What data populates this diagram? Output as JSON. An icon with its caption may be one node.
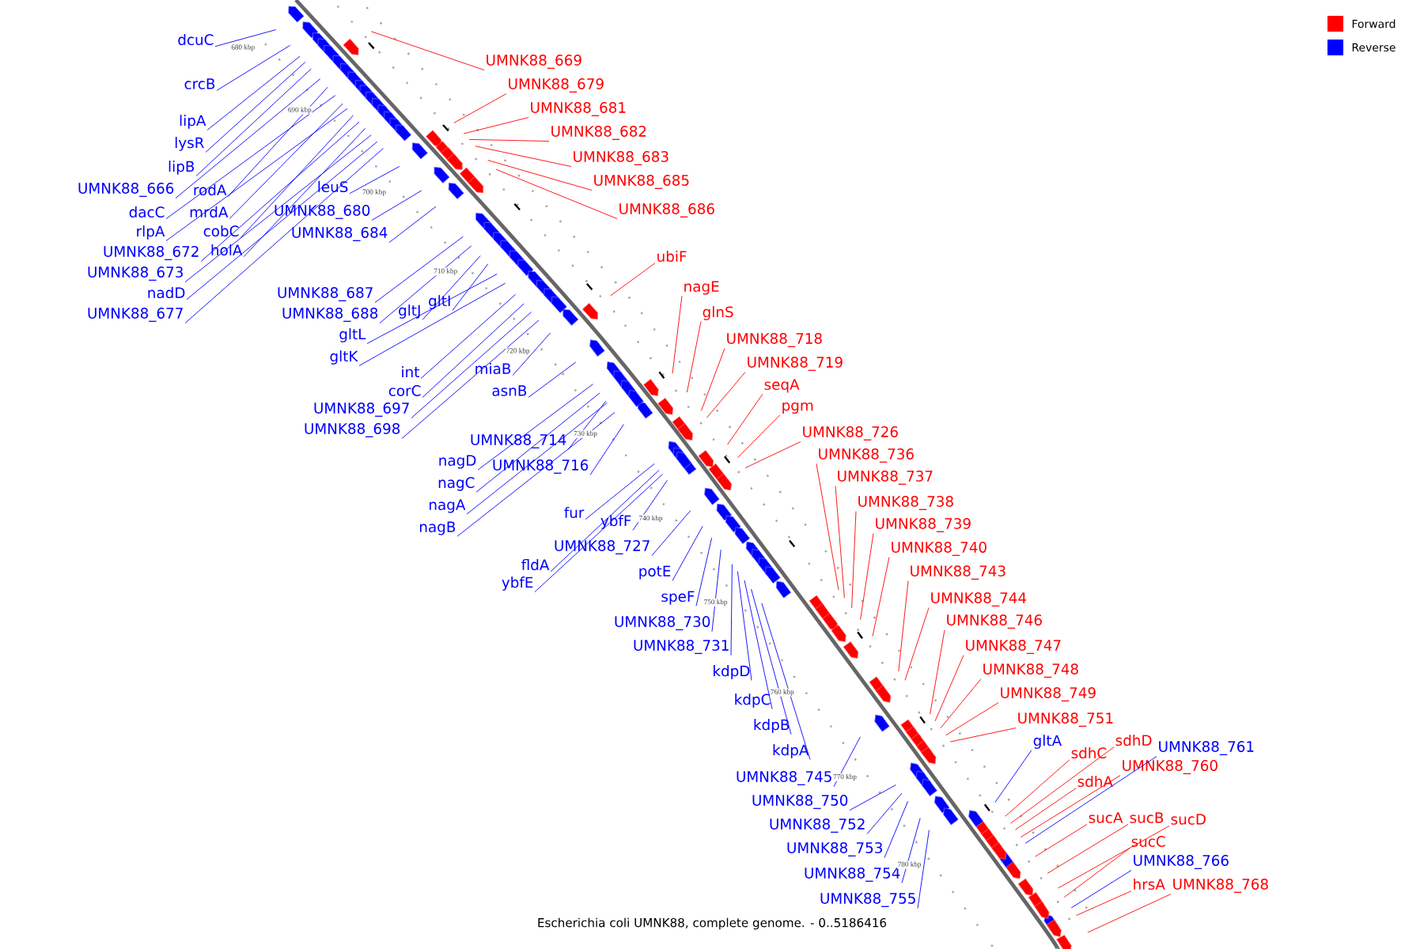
{
  "diagram": {
    "caption": "Escherichia coli UMNK88, complete genome. - 0..5186416",
    "nodes": [
      {
        "text": [
          "dcuC"
        ]
      },
      {
        "text": [
          "crcB"
        ]
      },
      {
        "text": [
          "lipA"
        ]
      },
      {
        "text": [
          "lysR"
        ]
      },
      {
        "text": [
          "lipB"
        ]
      },
      {
        "text": [
          "UMNK88_666"
        ]
      },
      {
        "text": [
          "rodA"
        ]
      },
      {
        "text": [
          "dacC"
        ]
      },
      {
        "text": [
          "mrdA"
        ]
      },
      {
        "text": [
          "rlpA"
        ]
      },
      {
        "text": [
          "cobC"
        ]
      },
      {
        "text": [
          "UMNK88_672"
        ]
      },
      {
        "text": [
          "holA"
        ]
      },
      {
        "text": [
          "UMNK88_673"
        ]
      },
      {
        "text": [
          "nadD"
        ]
      },
      {
        "text": [
          "UMNK88_677"
        ]
      },
      {
        "text": [
          "leuS"
        ]
      },
      {
        "text": [
          "UMNK88_680"
        ]
      },
      {
        "text": [
          "UMNK88_684"
        ]
      },
      {
        "text": [
          "UMNK88_687"
        ]
      },
      {
        "text": [
          "UMNK88_688"
        ]
      },
      {
        "text": [
          "gltJ"
        ]
      },
      {
        "text": [
          "gltI"
        ]
      },
      {
        "text": [
          "gltL"
        ]
      },
      {
        "text": [
          "gltK"
        ]
      },
      {
        "text": [
          "int"
        ]
      },
      {
        "text": [
          "corC"
        ]
      },
      {
        "text": [
          "miaB"
        ]
      },
      {
        "text": [
          "asnB"
        ]
      },
      {
        "text": [
          "UMNK88_697"
        ]
      },
      {
        "text": [
          "UMNK88_698"
        ]
      },
      {
        "text": [
          "UMNK88_714"
        ]
      },
      {
        "text": [
          "nagD"
        ]
      },
      {
        "text": [
          "UMNK88_716"
        ]
      },
      {
        "text": [
          "nagC"
        ]
      },
      {
        "text": [
          "nagA"
        ]
      },
      {
        "text": [
          "nagB"
        ]
      },
      {
        "text": [
          "fur"
        ]
      },
      {
        "text": [
          "ybfF"
        ]
      },
      {
        "text": [
          "UMNK88_727"
        ]
      },
      {
        "text": [
          "fldA"
        ]
      },
      {
        "text": [
          "ybfE"
        ]
      },
      {
        "text": [
          "potE"
        ]
      },
      {
        "text": [
          "speF"
        ]
      },
      {
        "text": [
          "UMNK88_730"
        ]
      },
      {
        "text": [
          "UMNK88_731"
        ]
      },
      {
        "text": [
          "kdpD"
        ]
      },
      {
        "text": [
          "kdpC"
        ]
      },
      {
        "text": [
          "kdpB"
        ]
      },
      {
        "text": [
          "kdpA"
        ]
      },
      {
        "text": [
          "UMNK88_745"
        ]
      },
      {
        "text": [
          "UMNK88_750"
        ]
      },
      {
        "text": [
          "UMNK88_752"
        ]
      },
      {
        "text": [
          "UMNK88_753"
        ]
      },
      {
        "text": [
          "UMNK88_754"
        ]
      },
      {
        "text": [
          "UMNK88_755"
        ]
      },
      {
        "text": [
          "gltA"
        ]
      },
      {
        "text": [
          "UMNK88_761"
        ]
      },
      {
        "text": [
          "UMNK88_766"
        ]
      },
      {
        "text": [
          "UMNK88_669"
        ]
      },
      {
        "text": [
          "UMNK88_679"
        ]
      },
      {
        "text": [
          "UMNK88_681"
        ]
      },
      {
        "text": [
          "UMNK88_682"
        ]
      },
      {
        "text": [
          "UMNK88_683"
        ]
      },
      {
        "text": [
          "UMNK88_685"
        ]
      },
      {
        "text": [
          "UMNK88_686"
        ]
      },
      {
        "text": [
          "ubiF"
        ]
      },
      {
        "text": [
          "nagE"
        ]
      },
      {
        "text": [
          "glnS"
        ]
      },
      {
        "text": [
          "UMNK88_718"
        ]
      },
      {
        "text": [
          "UMNK88_719"
        ]
      },
      {
        "text": [
          "seqA"
        ]
      },
      {
        "text": [
          "pgm"
        ]
      },
      {
        "text": [
          "UMNK88_726"
        ]
      },
      {
        "text": [
          "UMNK88_736"
        ]
      },
      {
        "text": [
          "UMNK88_737"
        ]
      },
      {
        "text": [
          "UMNK88_738"
        ]
      },
      {
        "text": [
          "UMNK88_739"
        ]
      },
      {
        "text": [
          "UMNK88_740"
        ]
      },
      {
        "text": [
          "UMNK88_743"
        ]
      },
      {
        "text": [
          "UMNK88_744"
        ]
      },
      {
        "text": [
          "UMNK88_746"
        ]
      },
      {
        "text": [
          "UMNK88_747"
        ]
      },
      {
        "text": [
          "UMNK88_748"
        ]
      },
      {
        "text": [
          "UMNK88_749"
        ]
      },
      {
        "text": [
          "UMNK88_751"
        ]
      },
      {
        "text": [
          "sdhC"
        ]
      },
      {
        "text": [
          "sdhD"
        ]
      },
      {
        "text": [
          "sdhA"
        ]
      },
      {
        "text": [
          "UMNK88_760"
        ]
      },
      {
        "text": [
          "sucA"
        ]
      },
      {
        "text": [
          "sucB"
        ]
      },
      {
        "text": [
          "sucD"
        ]
      },
      {
        "text": [
          "sucC"
        ]
      },
      {
        "text": [
          "hrsA"
        ]
      },
      {
        "text": [
          "UMNK88_768"
        ]
      }
    ],
    "edges": [
      {
        "from": 0,
        "to": null,
        "arrow": "none"
      },
      {
        "from": 1,
        "to": null,
        "arrow": "none"
      },
      {
        "from": 2,
        "to": null,
        "arrow": "none"
      },
      {
        "from": 3,
        "to": null,
        "arrow": "none"
      },
      {
        "from": 4,
        "to": null,
        "arrow": "none"
      },
      {
        "from": 5,
        "to": null,
        "arrow": "none"
      },
      {
        "from": 6,
        "to": null,
        "arrow": "none"
      },
      {
        "from": 7,
        "to": null,
        "arrow": "none"
      },
      {
        "from": 8,
        "to": null,
        "arrow": "none"
      },
      {
        "from": 9,
        "to": null,
        "arrow": "none"
      },
      {
        "from": 10,
        "to": null,
        "arrow": "none"
      },
      {
        "from": 11,
        "to": null,
        "arrow": "none"
      },
      {
        "from": 12,
        "to": null,
        "arrow": "none"
      },
      {
        "from": 13,
        "to": null,
        "arrow": "none"
      },
      {
        "from": 14,
        "to": null,
        "arrow": "none"
      },
      {
        "from": 15,
        "to": null,
        "arrow": "none"
      },
      {
        "from": 16,
        "to": null,
        "arrow": "none"
      },
      {
        "from": 17,
        "to": null,
        "arrow": "none"
      },
      {
        "from": 18,
        "to": null,
        "arrow": "none"
      },
      {
        "from": 19,
        "to": null,
        "arrow": "none"
      },
      {
        "from": 20,
        "to": null,
        "arrow": "none"
      },
      {
        "from": 21,
        "to": null,
        "arrow": "none"
      },
      {
        "from": 22,
        "to": null,
        "arrow": "none"
      },
      {
        "from": 23,
        "to": null,
        "arrow": "none"
      },
      {
        "from": 24,
        "to": null,
        "arrow": "none"
      },
      {
        "from": 25,
        "to": null,
        "arrow": "none"
      },
      {
        "from": 26,
        "to": null,
        "arrow": "none"
      },
      {
        "from": 27,
        "to": null,
        "arrow": "none"
      },
      {
        "from": 28,
        "to": null,
        "arrow": "none"
      },
      {
        "from": 29,
        "to": null,
        "arrow": "none"
      },
      {
        "from": 30,
        "to": null,
        "arrow": "none"
      },
      {
        "from": 31,
        "to": null,
        "arrow": "none"
      },
      {
        "from": 32,
        "to": null,
        "arrow": "none"
      },
      {
        "from": 33,
        "to": null,
        "arrow": "none"
      },
      {
        "from": 34,
        "to": null,
        "arrow": "none"
      },
      {
        "from": 35,
        "to": null,
        "arrow": "none"
      },
      {
        "from": 36,
        "to": null,
        "arrow": "none"
      },
      {
        "from": 37,
        "to": null,
        "arrow": "none"
      },
      {
        "from": 38,
        "to": null,
        "arrow": "none"
      },
      {
        "from": 39,
        "to": null,
        "arrow": "none"
      },
      {
        "from": 40,
        "to": null,
        "arrow": "none"
      },
      {
        "from": 41,
        "to": null,
        "arrow": "none"
      },
      {
        "from": 42,
        "to": null,
        "arrow": "none"
      },
      {
        "from": 43,
        "to": null,
        "arrow": "none"
      },
      {
        "from": 44,
        "to": null,
        "arrow": "none"
      },
      {
        "from": 45,
        "to": null,
        "arrow": "none"
      },
      {
        "from": 46,
        "to": null,
        "arrow": "none"
      },
      {
        "from": 47,
        "to": null,
        "arrow": "none"
      },
      {
        "from": 48,
        "to": null,
        "arrow": "none"
      },
      {
        "from": 49,
        "to": null,
        "arrow": "none"
      },
      {
        "from": 50,
        "to": null,
        "arrow": "none"
      },
      {
        "from": 51,
        "to": null,
        "arrow": "none"
      },
      {
        "from": 52,
        "to": null,
        "arrow": "none"
      },
      {
        "from": 53,
        "to": null,
        "arrow": "none"
      },
      {
        "from": 54,
        "to": null,
        "arrow": "none"
      },
      {
        "from": 55,
        "to": null,
        "arrow": "none"
      },
      {
        "from": 56,
        "to": null,
        "arrow": "none"
      },
      {
        "from": 57,
        "to": null,
        "arrow": "none"
      },
      {
        "from": 58,
        "to": null,
        "arrow": "none"
      },
      {
        "from": 59,
        "to": null,
        "arrow": "none",
        "color": "#ff0000"
      },
      {
        "from": 60,
        "to": null,
        "arrow": "none",
        "color": "#ff0000"
      },
      {
        "from": 61,
        "to": null,
        "arrow": "none",
        "color": "#ff0000"
      },
      {
        "from": 62,
        "to": null,
        "arrow": "none",
        "color": "#ff0000"
      },
      {
        "from": 63,
        "to": null,
        "arrow": "none",
        "color": "#ff0000"
      },
      {
        "from": 64,
        "to": null,
        "arrow": "none",
        "color": "#ff0000"
      },
      {
        "from": 65,
        "to": null,
        "arrow": "none",
        "color": "#ff0000"
      },
      {
        "from": 66,
        "to": null,
        "arrow": "none",
        "color": "#ff0000"
      },
      {
        "from": 67,
        "to": null,
        "arrow": "none",
        "color": "#ff0000"
      },
      {
        "from": 68,
        "to": null,
        "arrow": "none",
        "color": "#ff0000"
      },
      {
        "from": 69,
        "to": null,
        "arrow": "none",
        "color": "#ff0000"
      },
      {
        "from": 70,
        "to": null,
        "arrow": "none",
        "color": "#ff0000"
      },
      {
        "from": 71,
        "to": null,
        "arrow": "none",
        "color": "#ff0000"
      },
      {
        "from": 72,
        "to": null,
        "arrow": "none",
        "color": "#ff0000"
      },
      {
        "from": 73,
        "to": null,
        "arrow": "none",
        "color": "#ff0000"
      },
      {
        "from": 74,
        "to": null,
        "arrow": "none",
        "color": "#ff0000"
      },
      {
        "from": 75,
        "to": null,
        "arrow": "none",
        "color": "#ff0000"
      },
      {
        "from": 76,
        "to": null,
        "arrow": "none",
        "color": "#ff0000"
      },
      {
        "from": 77,
        "to": null,
        "arrow": "none",
        "color": "#ff0000"
      },
      {
        "from": 78,
        "to": null,
        "arrow": "none",
        "color": "#ff0000"
      },
      {
        "from": 79,
        "to": null,
        "arrow": "none",
        "color": "#ff0000"
      },
      {
        "from": 80,
        "to": null,
        "arrow": "none",
        "color": "#ff0000"
      },
      {
        "from": 81,
        "to": null,
        "arrow": "none",
        "color": "#ff0000"
      },
      {
        "from": 82,
        "to": null,
        "arrow": "none",
        "color": "#ff0000"
      },
      {
        "from": 83,
        "to": null,
        "arrow": "none",
        "color": "#ff0000"
      },
      {
        "from": 84,
        "to": null,
        "arrow": "none",
        "color": "#ff0000"
      },
      {
        "from": 85,
        "to": null,
        "arrow": "none",
        "color": "#ff0000"
      },
      {
        "from": 86,
        "to": null,
        "arrow": "none",
        "color": "#ff0000"
      },
      {
        "from": 87,
        "to": null,
        "arrow": "none",
        "color": "#ff0000"
      },
      {
        "from": 88,
        "to": null,
        "arrow": "none",
        "color": "#ff0000"
      },
      {
        "from": 89,
        "to": null,
        "arrow": "none",
        "color": "#ff0000"
      },
      {
        "from": 90,
        "to": null,
        "arrow": "none",
        "color": "#ff0000"
      },
      {
        "from": 91,
        "to": null,
        "arrow": "none",
        "color": "#ff0000"
      },
      {
        "from": 92,
        "to": null,
        "arrow": "none",
        "color": "#ff0000"
      },
      {
        "from": 93,
        "to": null,
        "arrow": "none",
        "color": "#ff0000"
      },
      {
        "from": 94,
        "to": null,
        "arrow": "none",
        "color": "#ff0000"
      },
      {
        "from": 95,
        "to": null,
        "arrow": "none",
        "color": "#ff0000"
      }
    ],
    "labels": [
      "680 kbp",
      "690 kbp",
      "700 kbp",
      "710 kbp",
      "720 kbp",
      "730 kbp",
      "740 kbp",
      "750 kbp",
      "760 kbp",
      "770 kbp",
      "780 kbp"
    ],
    "legend": [
      {
        "text": "Forward",
        "color": "#ff0000"
      },
      {
        "text": "Reverse",
        "color": "#0000ff"
      }
    ]
  }
}
